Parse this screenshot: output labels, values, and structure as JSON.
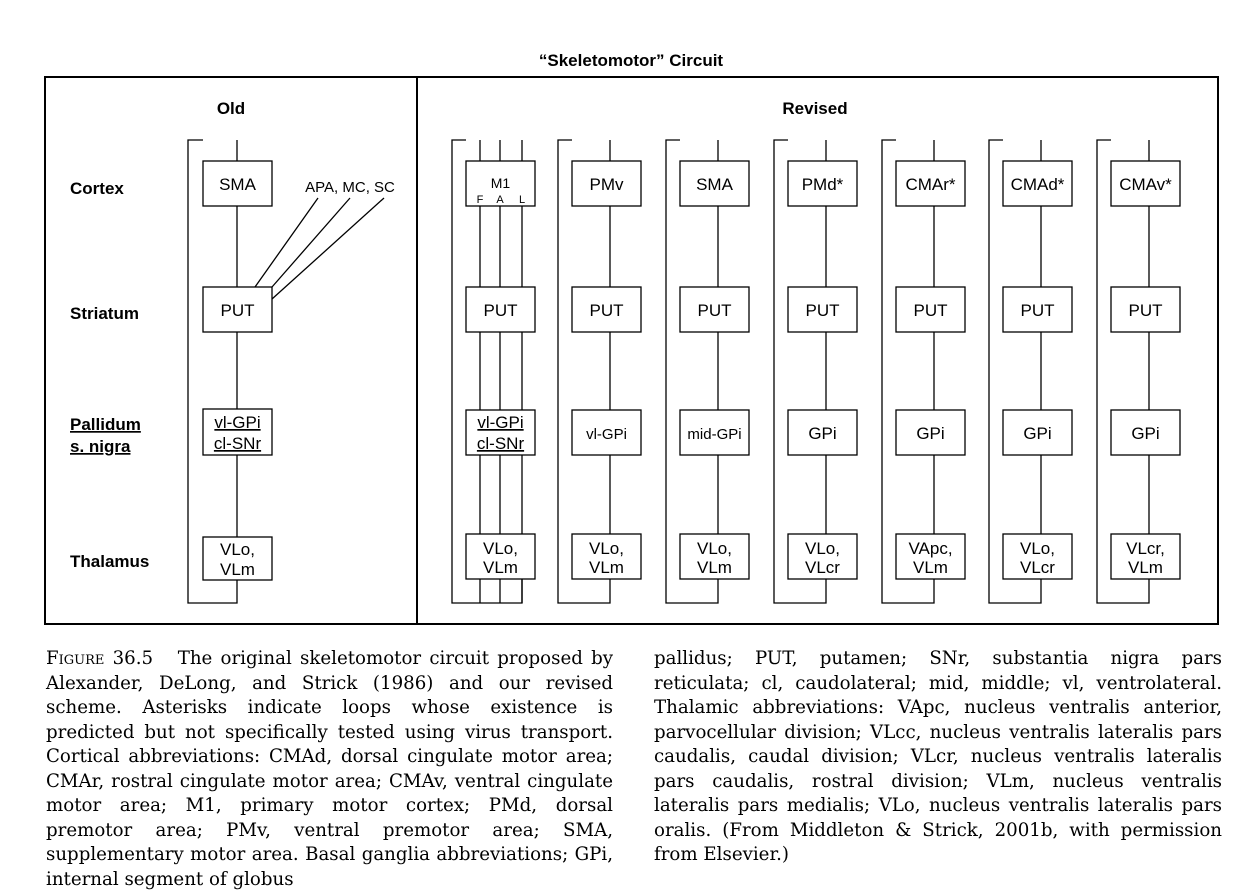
{
  "title": "“Skeletomotor” Circuit",
  "old_panel": {
    "heading": "Old",
    "cortex_box": "SMA",
    "cortex_inputs": "APA, MC, SC",
    "striatum_box": "PUT",
    "pallidum_box": [
      "vl-GPi",
      "cl-SNr"
    ],
    "thalamus_box": [
      "VLo,",
      "VLm"
    ]
  },
  "row_labels": {
    "cortex": "Cortex",
    "striatum": "Striatum",
    "pallidum_line1": "Pallidum",
    "pallidum_line2": "s. nigra",
    "thalamus": "Thalamus"
  },
  "revised_panel": {
    "heading": "Revised",
    "columns": [
      {
        "cortex": "M1",
        "cortex_sub": "F A L",
        "striatum": "PUT",
        "pallidum": [
          "vl-GPi",
          "cl-SNr"
        ],
        "thalamus": [
          "VLo,",
          "VLm"
        ]
      },
      {
        "cortex": "PMv",
        "striatum": "PUT",
        "pallidum": [
          "vl-GPi"
        ],
        "thalamus": [
          "VLo,",
          "VLm"
        ]
      },
      {
        "cortex": "SMA",
        "striatum": "PUT",
        "pallidum": [
          "mid-GPi"
        ],
        "thalamus": [
          "VLo,",
          "VLm"
        ]
      },
      {
        "cortex": "PMd*",
        "striatum": "PUT",
        "pallidum": [
          "GPi"
        ],
        "thalamus": [
          "VLo,",
          "VLcr"
        ]
      },
      {
        "cortex": "CMAr*",
        "striatum": "PUT",
        "pallidum": [
          "GPi"
        ],
        "thalamus": [
          "VApc,",
          "VLm"
        ]
      },
      {
        "cortex": "CMAd*",
        "striatum": "PUT",
        "pallidum": [
          "GPi"
        ],
        "thalamus": [
          "VLo,",
          "VLcr"
        ]
      },
      {
        "cortex": "CMAv*",
        "striatum": "PUT",
        "pallidum": [
          "GPi"
        ],
        "thalamus": [
          "VLcr,",
          "VLm"
        ]
      }
    ]
  },
  "caption": {
    "figure_label": "Figure 36.5",
    "left_text": "The original skeletomotor circuit proposed by Alexander, DeLong, and Strick (1986) and our revised scheme. Asterisks indicate loops whose existence is predicted but not specifically tested using virus transport. Cortical abbreviations: CMAd, dorsal cingulate motor area; CMAr, rostral cingulate motor area; CMAv, ventral cingulate motor area; M1, primary motor cortex; PMd, dorsal premotor area; PMv, ventral premotor area; SMA, supplementary motor area. Basal ganglia abbreviations; GPi, internal segment of globus",
    "right_text": "pallidus; PUT, putamen; SNr, substantia nigra pars reticulata; cl, caudolateral; mid, middle; vl, ventrolateral. Thalamic abbreviations: VApc, nucleus ventralis anterior, parvocellular division; VLcc, nucleus ventralis lateralis pars caudalis, caudal division; VLcr, nucleus ventralis lateralis pars caudalis, rostral division; VLm, nucleus ventralis lateralis pars medialis; VLo, nucleus ventralis lateralis pars oralis. (From Middleton & Strick, 2001b, with permission from Elsevier.)"
  }
}
